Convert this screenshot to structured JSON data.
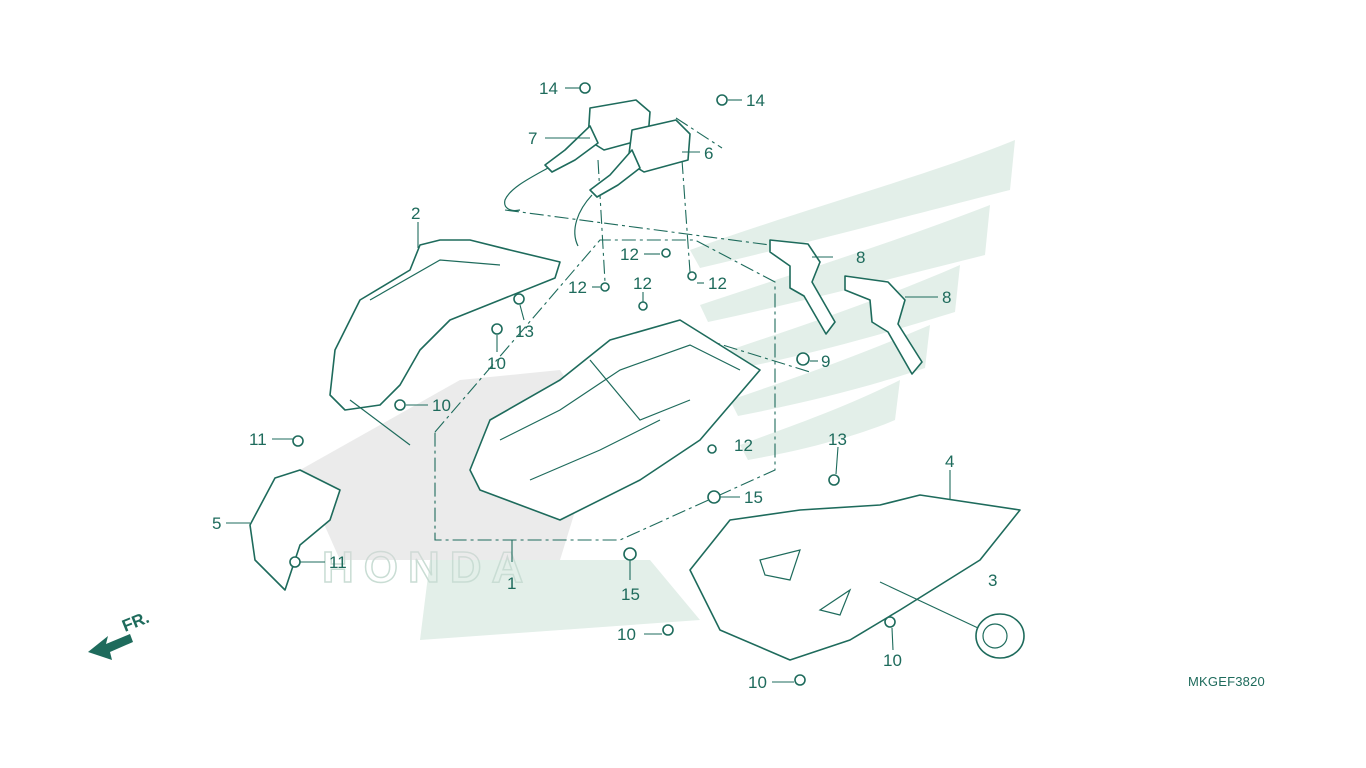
{
  "diagram": {
    "code": "MKGEF3820",
    "front_marker": "FR.",
    "watermark_brand": "HONDA",
    "colors": {
      "line": "#1e6b5c",
      "watermark": "#e3efe9",
      "background": "#ffffff"
    },
    "callouts": [
      {
        "id": "14a",
        "text": "14"
      },
      {
        "id": "14b",
        "text": "14"
      },
      {
        "id": "7",
        "text": "7"
      },
      {
        "id": "6",
        "text": "6"
      },
      {
        "id": "2",
        "text": "2"
      },
      {
        "id": "12a",
        "text": "12"
      },
      {
        "id": "12b",
        "text": "12"
      },
      {
        "id": "12c",
        "text": "12"
      },
      {
        "id": "12d",
        "text": "12"
      },
      {
        "id": "12e",
        "text": "12"
      },
      {
        "id": "8a",
        "text": "8"
      },
      {
        "id": "8b",
        "text": "8"
      },
      {
        "id": "13a",
        "text": "13"
      },
      {
        "id": "10a",
        "text": "10"
      },
      {
        "id": "9",
        "text": "9"
      },
      {
        "id": "10b",
        "text": "10"
      },
      {
        "id": "11a",
        "text": "11"
      },
      {
        "id": "13b",
        "text": "13"
      },
      {
        "id": "4",
        "text": "4"
      },
      {
        "id": "15a",
        "text": "15"
      },
      {
        "id": "5",
        "text": "5"
      },
      {
        "id": "11b",
        "text": "11"
      },
      {
        "id": "1",
        "text": "1"
      },
      {
        "id": "3",
        "text": "3"
      },
      {
        "id": "15b",
        "text": "15"
      },
      {
        "id": "10c",
        "text": "10"
      },
      {
        "id": "10d",
        "text": "10"
      },
      {
        "id": "10e",
        "text": "10"
      }
    ]
  }
}
